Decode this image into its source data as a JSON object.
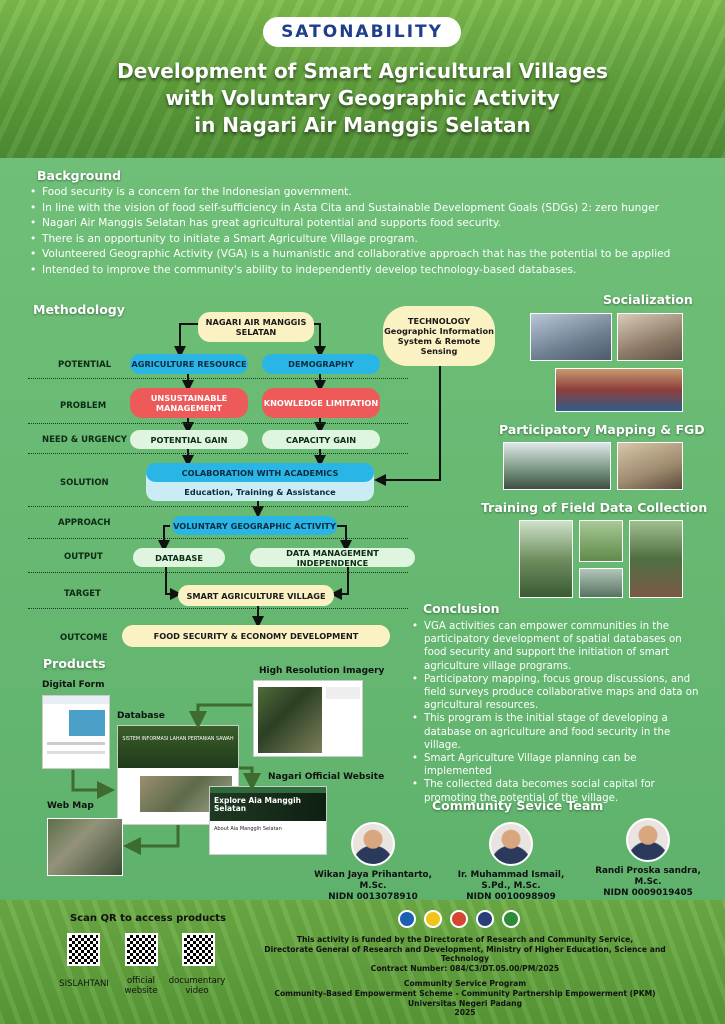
{
  "logo": "SATONABILITY",
  "title": [
    "Development of Smart Agricultural Villages",
    "with Voluntary Geographic Activity",
    "in Nagari Air Manggis Selatan"
  ],
  "background": {
    "heading": "Background",
    "items": [
      "Food security is a concern for the Indonesian government.",
      "In line with the vision of food self-sufficiency in Asta Cita and  Sustainable Development Goals (SDGs) 2: zero hunger",
      "Nagari Air Manggis Selatan has great agricultural potential and supports food security.",
      "There is an opportunity to initiate a Smart Agriculture Village program.",
      "Volunteered Geographic Activity (VGA) is a humanistic and collaborative approach that has the potential to be applied",
      "Intended to improve the community's ability to independently develop technology-based databases."
    ]
  },
  "methodology": {
    "heading": "Methodology",
    "rows": [
      "POTENTIAL",
      "PROBLEM",
      "NEED & URGENCY",
      "SOLUTION",
      "APPROACH",
      "OUTPUT",
      "TARGET",
      "OUTCOME"
    ],
    "root": "NAGARI AIR MANGGIS SELATAN",
    "technology": "TECHNOLOGY Geographic Information System & Remote Sensing",
    "agri_resource": "AGRICULTURE RESOURCE",
    "demography": "DEMOGRAPHY",
    "unsustainable": "UNSUSTAINABLE MANAGEMENT",
    "knowledge": "KNOWLEDGE LIMITATION",
    "potential_gain": "POTENTIAL GAIN",
    "capacity_gain": "CAPACITY GAIN",
    "collab": "COLABORATION WITH ACADEMICS",
    "education": "Education, Training & Assistance",
    "vga": "VOLUNTARY GEOGRAPHIC ACTIVITY",
    "database": "DATABASE",
    "independence": "DATA MANAGEMENT INDEPENDENCE",
    "smart_village": "SMART AGRICULTURE VILLAGE",
    "outcome": "FOOD SECURITY & ECONOMY DEVELOPMENT"
  },
  "socialization": {
    "heading": "Socialization"
  },
  "mapping": {
    "heading": "Participatory Mapping & FGD"
  },
  "training": {
    "heading": "Training of Field Data Collection"
  },
  "conclusion": {
    "heading": "Conclusion",
    "items": [
      "VGA activities can empower communities in the participatory development of spatial databases on food security and support the initiation of smart agriculture village programs.",
      "Participatory mapping, focus group discussions, and field surveys produce collaborative maps and data on agricultural resources.",
      "This program is the initial stage of developing a database on agriculture and food security in the village.",
      "Smart Agriculture Village planning can be implemented",
      "The collected data becomes social capital for promoting the potential of the village."
    ]
  },
  "products": {
    "heading": "Products",
    "digital_form": "Digital Form",
    "database": "Database",
    "imagery": "High Resolution Imagery",
    "website": "Nagari Official Website",
    "webmap": "Web Map",
    "db_banner": "SISTEM INFORMASI LAHAN PERTANIAN SAWAH",
    "site_title": "Explore Aia Manggih Selatan",
    "site_about": "About Aia Manggih Selatan"
  },
  "team": {
    "heading": "Community Sevice Team",
    "members": [
      {
        "name": "Wikan Jaya Prihantarto, M.Sc.",
        "nidn": "NIDN 0013078910"
      },
      {
        "name": "Ir. Muhammad Ismail, S.Pd., M.Sc.",
        "nidn": "NIDN 0010098909"
      },
      {
        "name": "Randi Proska sandra, M.Sc.",
        "nidn": "NIDN 0009019405"
      }
    ]
  },
  "qr": {
    "heading": "Scan QR to access products",
    "labels": [
      "SISLAHTANI",
      "official website",
      "documentary video"
    ]
  },
  "funding": [
    "This activity is funded by the Directorate of Research and Community Service,",
    "Directorate General of Research and Development,  Ministry of Higher Education, Science and Technology",
    "Contract Number: 084/C3/DT.05.00/PM/2025",
    "Community Service Program",
    "Community-Based Empowerment Scheme - Community Partnership Empowerment (PKM)",
    "Universitas Negeri Padang",
    "2025"
  ]
}
